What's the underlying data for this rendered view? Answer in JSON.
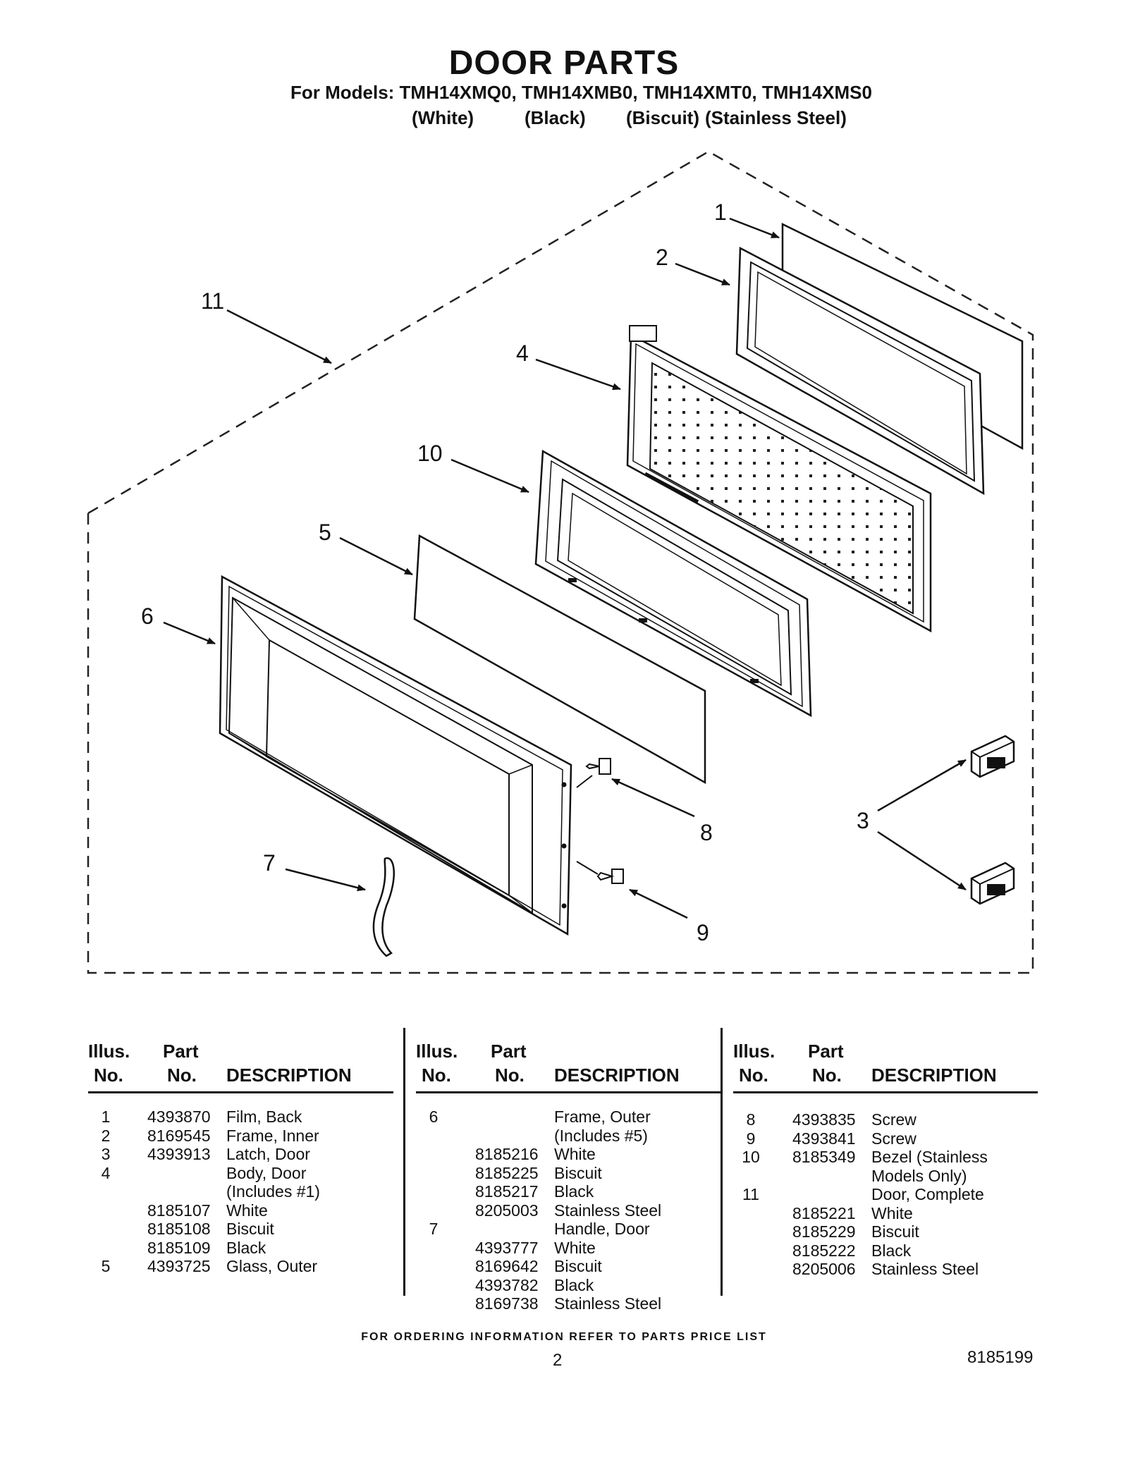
{
  "title": "DOOR PARTS",
  "models_line": "For Models: TMH14XMQ0, TMH14XMB0, TMH14XMT0, TMH14XMS0",
  "colors": [
    "(White)",
    "(Black)",
    "(Biscuit)",
    "(Stainless Steel)"
  ],
  "callouts": [
    "1",
    "2",
    "3",
    "4",
    "5",
    "6",
    "7",
    "8",
    "9",
    "10",
    "11"
  ],
  "table_headers": {
    "illus_1": "Illus.",
    "illus_2": "No.",
    "part_1": "Part",
    "part_2": "No.",
    "description": "DESCRIPTION"
  },
  "parts_columns": [
    [
      {
        "illus": "1",
        "part": "4393870",
        "desc": "Film, Back"
      },
      {
        "illus": "2",
        "part": "8169545",
        "desc": "Frame, Inner"
      },
      {
        "illus": "3",
        "part": "4393913",
        "desc": "Latch, Door"
      },
      {
        "illus": "4",
        "part": "",
        "desc": "Body, Door"
      },
      {
        "illus": "",
        "part": "",
        "desc": "(Includes #1)"
      },
      {
        "illus": "",
        "part": "8185107",
        "desc": "White"
      },
      {
        "illus": "",
        "part": "8185108",
        "desc": "Biscuit"
      },
      {
        "illus": "",
        "part": "8185109",
        "desc": "Black"
      },
      {
        "illus": "5",
        "part": "4393725",
        "desc": "Glass, Outer"
      }
    ],
    [
      {
        "illus": "6",
        "part": "",
        "desc": "Frame, Outer"
      },
      {
        "illus": "",
        "part": "",
        "desc": "(Includes #5)"
      },
      {
        "illus": "",
        "part": "8185216",
        "desc": "White"
      },
      {
        "illus": "",
        "part": "8185225",
        "desc": "Biscuit"
      },
      {
        "illus": "",
        "part": "8185217",
        "desc": "Black"
      },
      {
        "illus": "",
        "part": "8205003",
        "desc": "Stainless Steel"
      },
      {
        "illus": "7",
        "part": "",
        "desc": "Handle, Door"
      },
      {
        "illus": "",
        "part": "4393777",
        "desc": "White"
      },
      {
        "illus": "",
        "part": "8169642",
        "desc": "Biscuit"
      },
      {
        "illus": "",
        "part": "4393782",
        "desc": "Black"
      },
      {
        "illus": "",
        "part": "8169738",
        "desc": "Stainless Steel"
      }
    ],
    [
      {
        "illus": "8",
        "part": "4393835",
        "desc": "Screw"
      },
      {
        "illus": "9",
        "part": "4393841",
        "desc": "Screw"
      },
      {
        "illus": "10",
        "part": "8185349",
        "desc": "Bezel (Stainless"
      },
      {
        "illus": "",
        "part": "",
        "desc": "Models Only)"
      },
      {
        "illus": "11",
        "part": "",
        "desc": "Door, Complete"
      },
      {
        "illus": "",
        "part": "8185221",
        "desc": "White"
      },
      {
        "illus": "",
        "part": "8185229",
        "desc": "Biscuit"
      },
      {
        "illus": "",
        "part": "8185222",
        "desc": "Black"
      },
      {
        "illus": "",
        "part": "8205006",
        "desc": "Stainless Steel"
      }
    ]
  ],
  "footer_note": "FOR ORDERING INFORMATION REFER TO PARTS PRICE LIST",
  "page_number": "2",
  "document_number": "8185199"
}
